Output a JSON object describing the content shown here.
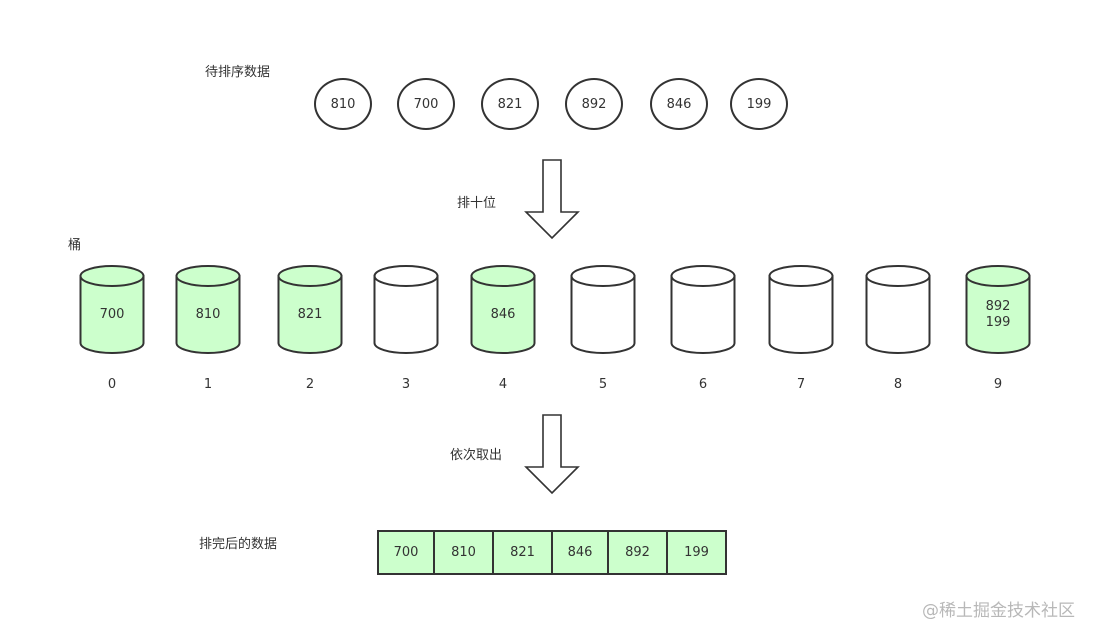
{
  "labels": {
    "input_title": "待排序数据",
    "step1": "排十位",
    "bucket_title": "桶",
    "step2": "依次取出",
    "result_title": "排完后的数据"
  },
  "input_values": [
    "810",
    "700",
    "821",
    "892",
    "846",
    "199"
  ],
  "buckets": [
    {
      "index": "0",
      "values": [
        "700"
      ]
    },
    {
      "index": "1",
      "values": [
        "810"
      ]
    },
    {
      "index": "2",
      "values": [
        "821"
      ]
    },
    {
      "index": "3",
      "values": []
    },
    {
      "index": "4",
      "values": [
        "846"
      ]
    },
    {
      "index": "5",
      "values": []
    },
    {
      "index": "6",
      "values": []
    },
    {
      "index": "7",
      "values": []
    },
    {
      "index": "8",
      "values": []
    },
    {
      "index": "9",
      "values": [
        "892",
        "199"
      ]
    }
  ],
  "result_values": [
    "700",
    "810",
    "821",
    "846",
    "892",
    "199"
  ],
  "watermark": "@稀土掘金技术社区",
  "colors": {
    "filled": "#ccffcc",
    "empty": "#ffffff",
    "stroke": "#333333"
  }
}
